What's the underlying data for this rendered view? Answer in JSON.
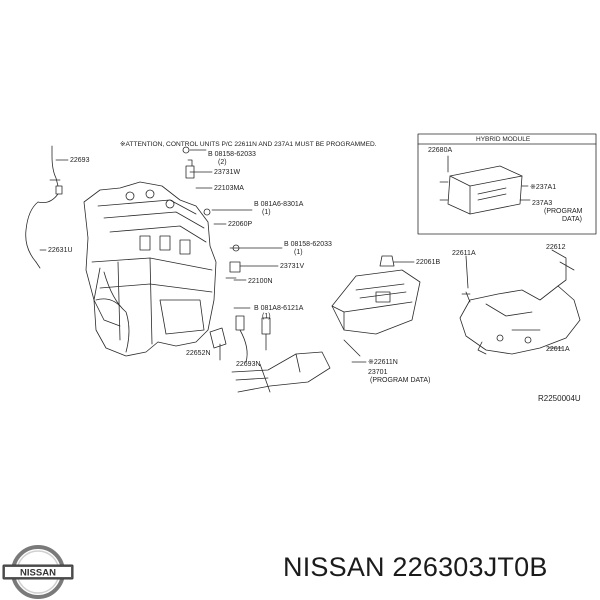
{
  "note": "※ATTENTION, CONTROL UNITS P/C 22611N AND 237A1 MUST BE PROGRAMMED.",
  "hybrid_module_title": "HYBRID MODULE",
  "labels": {
    "p22693": "22693",
    "p22631u": "22631U",
    "b08158_1": "B 08158-62033",
    "b08158_1_qty": "(2)",
    "p23731w": "23731W",
    "p22103ma": "22103MA",
    "b081a6": "B 081A6-8301A",
    "b081a6_qty": "(1)",
    "p22060p": "22060P",
    "b08158_2": "B 08158-62033",
    "b08158_2_qty": "(1)",
    "p23731v": "23731V",
    "p22100n": "22100N",
    "b081a8": "B 081A8-6121A",
    "b081a8_qty": "(1)",
    "p22652n": "22652N",
    "p22693n": "22693N",
    "p22680a": "22680A",
    "p237a1": "※237A1",
    "p237a3": "237A3",
    "p237a3_note1": "(PROGRAM",
    "p237a3_note2": "DATA)",
    "p22061b": "22061B",
    "p22611a_1": "22611A",
    "p22612": "22612",
    "p22611a_2": "22611A",
    "p22611n": "※22611N",
    "p23701": "23701",
    "p23701_note": "(PROGRAM DATA)"
  },
  "reference_code": "R2250004U",
  "brand": {
    "logo_text": "NISSAN",
    "caption": "NISSAN 226303JT0B"
  }
}
